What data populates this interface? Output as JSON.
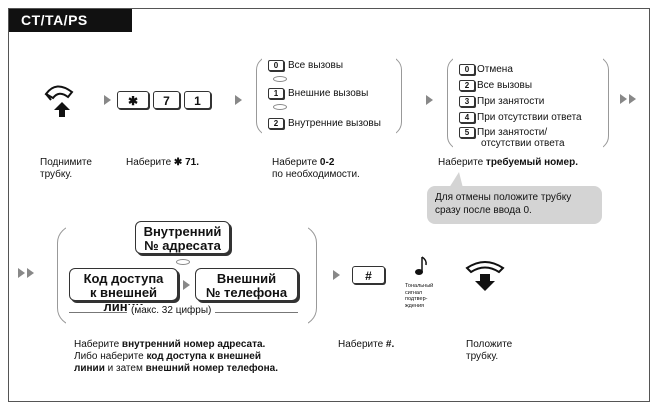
{
  "header": {
    "title": "CT/TA/PS"
  },
  "step1": {
    "caption_line1": "Поднимите",
    "caption_line2": "трубку."
  },
  "step2": {
    "key1": "✱",
    "key2": "7",
    "key3": "1",
    "caption_prefix": "Наберите ",
    "caption_code": "✱ 71."
  },
  "step3": {
    "options": [
      {
        "key": "0",
        "label": "Все вызовы"
      },
      {
        "key": "1",
        "label": "Внешние вызовы"
      },
      {
        "key": "2",
        "label": "Внутренние вызовы"
      }
    ],
    "caption_prefix": "Наберите ",
    "caption_bold": "0-2",
    "caption_line2": "по необходимости."
  },
  "step4": {
    "options": [
      {
        "key": "0",
        "label": "Отмена"
      },
      {
        "key": "2",
        "label": "Все вызовы"
      },
      {
        "key": "3",
        "label": "При занятости"
      },
      {
        "key": "4",
        "label": "При отсутствии ответа"
      },
      {
        "key": "5",
        "label": "При занятости/"
      }
    ],
    "option5_line2": "отсутствии ответа",
    "caption_prefix": "Наберите ",
    "caption_bold": "требуемый номер."
  },
  "bubble": {
    "line1": "Для отмены положите трубку",
    "line2": "сразу после ввода 0."
  },
  "step5": {
    "internal_line1": "Внутренний",
    "internal_line2": "№ адресата",
    "access_line1": "Код доступа",
    "access_line2": "к внешней линии",
    "external_line1": "Внешний",
    "external_line2": "№ телефона",
    "max_note": "(макс. 32 цифры)",
    "caption_l1_prefix": "Наберите ",
    "caption_l1_bold": "внутренний номер адресата.",
    "caption_l2_prefix": "Либо наберите ",
    "caption_l2_bold": "код доступа к внешней",
    "caption_l3_bold": "линии",
    "caption_l3_mid": " и затем ",
    "caption_l3_bold2": "внешний номер телефона."
  },
  "step6": {
    "key": "#",
    "caption_prefix": "Наберите ",
    "caption_bold": "#."
  },
  "tone": {
    "line1": "Тональный",
    "line2": "сигнал",
    "line3": "подтвер-",
    "line4": "ждения"
  },
  "step7": {
    "caption_line1": "Положите",
    "caption_line2": "трубку."
  }
}
